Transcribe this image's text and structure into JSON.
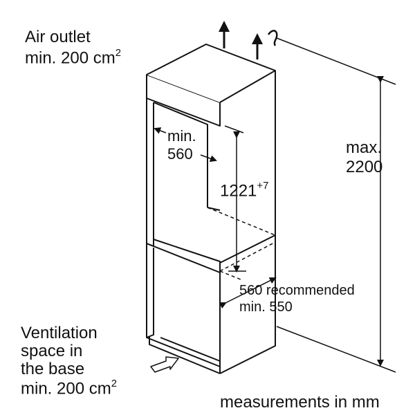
{
  "labels": {
    "air_outlet": {
      "line1": "Air outlet",
      "line2_main": "min. 200 cm",
      "line2_sup": "2"
    },
    "ventilation": {
      "line1": "Ventilation",
      "line2": "space in",
      "line3": "the base",
      "line4_main": "min. 200 cm",
      "line4_sup": "2"
    },
    "niche_width": {
      "line1": "min.",
      "line2": "560"
    },
    "niche_height": {
      "main": "1221",
      "sup": "+7"
    },
    "max_height": {
      "line1": "max.",
      "line2": "2200"
    },
    "depth": {
      "line1": "560 recommended",
      "line2": "min. 550"
    },
    "units_note": "measurements in mm"
  },
  "colors": {
    "ink": "#111111",
    "background": "#ffffff"
  }
}
